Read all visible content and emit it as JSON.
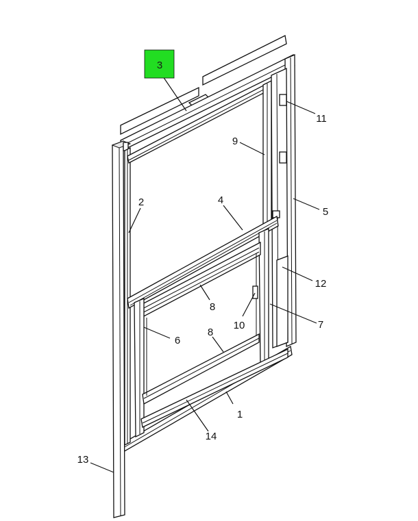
{
  "highlight": {
    "label": "3",
    "color": "#22dd22"
  },
  "callouts": [
    {
      "id": "1",
      "label": "1"
    },
    {
      "id": "2",
      "label": "2"
    },
    {
      "id": "4",
      "label": "4"
    },
    {
      "id": "5",
      "label": "5"
    },
    {
      "id": "6",
      "label": "6"
    },
    {
      "id": "7",
      "label": "7"
    },
    {
      "id": "8a",
      "label": "8"
    },
    {
      "id": "8b",
      "label": "8"
    },
    {
      "id": "9",
      "label": "9"
    },
    {
      "id": "10",
      "label": "10"
    },
    {
      "id": "11",
      "label": "11"
    },
    {
      "id": "12",
      "label": "12"
    },
    {
      "id": "13",
      "label": "13"
    },
    {
      "id": "14",
      "label": "14"
    }
  ]
}
